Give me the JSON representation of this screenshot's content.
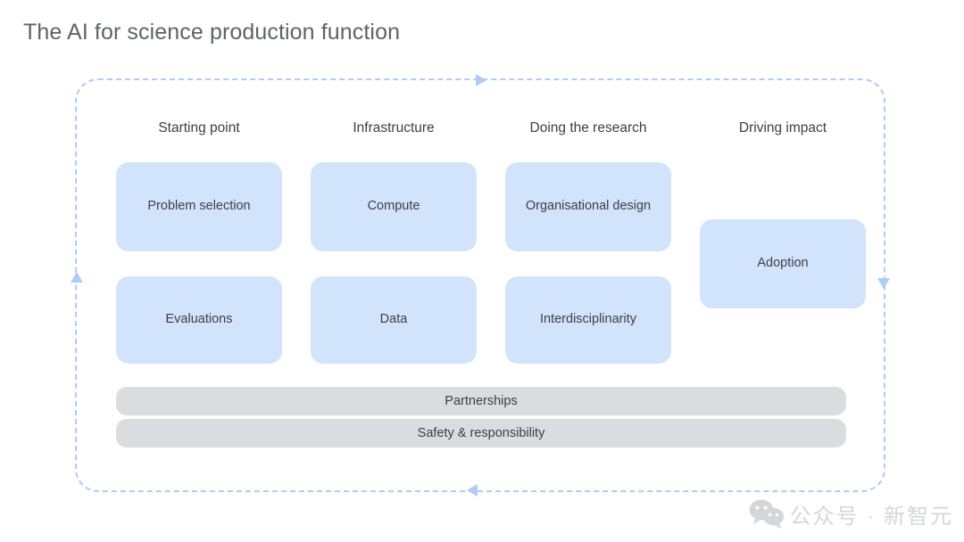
{
  "page": {
    "title": "The AI for science production function",
    "background_color": "#ffffff"
  },
  "theme": {
    "card_color": "#d2e3fc",
    "bar_color": "#dadce0",
    "dashed_border_color": "#aecbfa",
    "text_color": "#3c4043",
    "title_color": "#5f6368"
  },
  "diagram": {
    "columns": [
      {
        "header": "Starting point",
        "cards": [
          {
            "label": "Problem selection"
          },
          {
            "label": "Evaluations"
          }
        ]
      },
      {
        "header": "Infrastructure",
        "cards": [
          {
            "label": "Compute"
          },
          {
            "label": "Data"
          }
        ]
      },
      {
        "header": "Doing the research",
        "cards": [
          {
            "label": "Organisational design"
          },
          {
            "label": "Interdisciplinarity"
          }
        ]
      },
      {
        "header": "Driving impact",
        "cards": [
          {
            "label": "Adoption"
          }
        ]
      }
    ],
    "foundation_bars": [
      {
        "label": "Partnerships"
      },
      {
        "label": "Safety & responsibility"
      }
    ],
    "cycle_arrows": [
      {
        "name": "top",
        "direction": "right"
      },
      {
        "name": "right",
        "direction": "down"
      },
      {
        "name": "bottom",
        "direction": "left"
      },
      {
        "name": "left",
        "direction": "up"
      }
    ]
  },
  "watermark": {
    "text": "公众号 · 新智元",
    "icon": "wechat-icon"
  }
}
